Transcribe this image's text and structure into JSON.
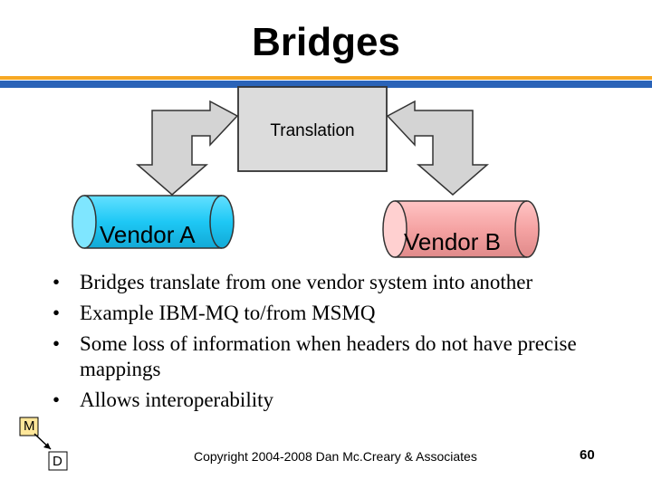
{
  "slide": {
    "title": "Bridges",
    "diagram": {
      "translation_label": "Translation",
      "vendor_a_label": "Vendor A",
      "vendor_b_label": "Vendor B",
      "colors": {
        "vendor_a": "#1ec8f5",
        "vendor_b": "#f5a3a3",
        "translation_box": "#dcdcdc",
        "arrow": "#d4d4d4"
      }
    },
    "bullets": [
      "Bridges translate from one vendor system into another",
      "Example IBM-MQ to/from MSMQ",
      "Some loss of information when headers do not have precise mappings",
      "Allows interoperability"
    ],
    "bullet_glyph": "•",
    "footer": "Copyright 2004-2008 Dan Mc.Creary & Associates",
    "page_number": "60",
    "logo": {
      "top_letter": "M",
      "bottom_letter": "D"
    }
  },
  "theme": {
    "rule_orange": "#f7a823",
    "rule_blue": "#2a63b8"
  }
}
